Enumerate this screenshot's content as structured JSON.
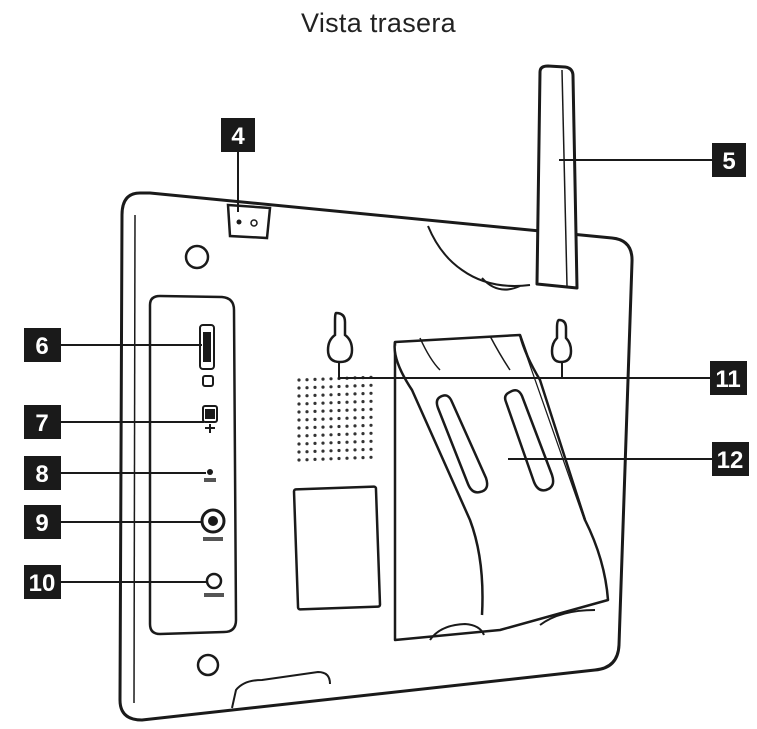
{
  "title": "Vista trasera",
  "colors": {
    "outline": "#1a1a1a",
    "label_bg": "#1a1a1a",
    "label_text": "#ffffff",
    "body": "#ffffff",
    "speaker_dots": "#333333"
  },
  "callouts": [
    {
      "id": "4",
      "label": "4",
      "part": "button-top"
    },
    {
      "id": "5",
      "label": "5",
      "part": "antenna"
    },
    {
      "id": "6",
      "label": "6",
      "part": "memory-card-slot"
    },
    {
      "id": "7",
      "label": "7",
      "part": "usb-port"
    },
    {
      "id": "8",
      "label": "8",
      "part": "reset-hole"
    },
    {
      "id": "9",
      "label": "9",
      "part": "power-jack"
    },
    {
      "id": "10",
      "label": "10",
      "part": "headphone-jack"
    },
    {
      "id": "11",
      "label": "11",
      "part": "wall-mount-holes"
    },
    {
      "id": "12",
      "label": "12",
      "part": "stand"
    }
  ]
}
